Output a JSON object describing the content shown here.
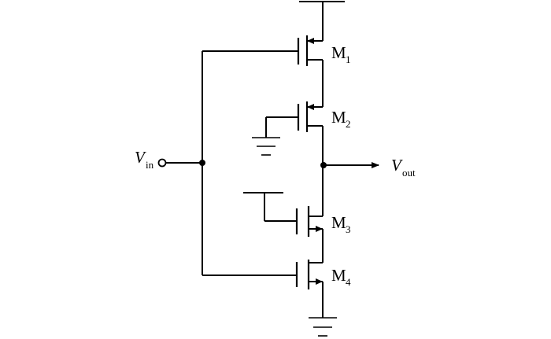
{
  "labels": {
    "m1": {
      "main": "M",
      "sub": "1"
    },
    "m2": {
      "main": "M",
      "sub": "2"
    },
    "m3": {
      "main": "M",
      "sub": "3"
    },
    "m4": {
      "main": "M",
      "sub": "4"
    },
    "vin": {
      "main": "V",
      "sub": "in"
    },
    "vout": {
      "main": "V",
      "sub": "out"
    }
  },
  "colors": {
    "line": "#000000",
    "background": "#ffffff"
  }
}
